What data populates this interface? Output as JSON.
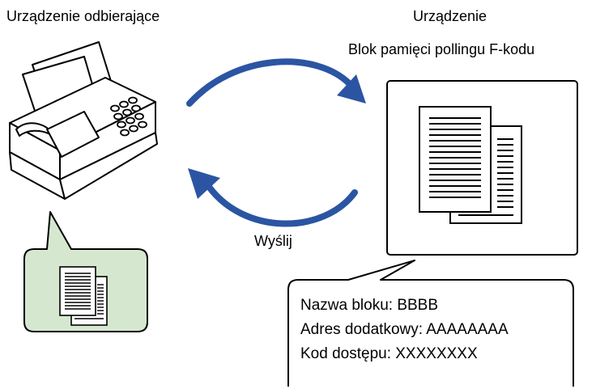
{
  "receiver": {
    "title": "Urządzenie odbierające"
  },
  "sender": {
    "title": "Urządzenie",
    "subtitle": "Blok pamięci pollingu F-kodu"
  },
  "transfer": {
    "send_label": "Wyślij"
  },
  "callout": {
    "lines": [
      "Nazwa bloku: BBBB",
      "Adres dodatkowy: AAAAAAAA",
      "Kod dostępu: XXXXXXXX"
    ]
  },
  "colors": {
    "arrow": "#2b55a3",
    "document_bubble_fill": "#d5e8cf",
    "outline": "#000000"
  },
  "icons": [
    "fax-machine-icon",
    "document-stack-icon",
    "curved-arrow-icon"
  ]
}
